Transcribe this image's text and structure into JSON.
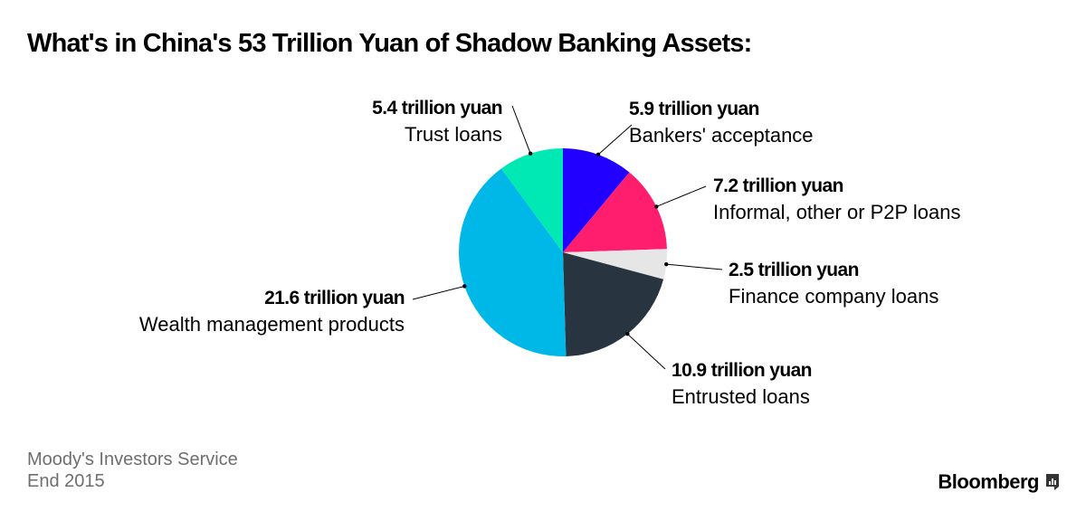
{
  "title": "What's in China's 53 Trillion Yuan of Shadow Banking Assets:",
  "chart_data": {
    "type": "pie",
    "title": "What's in China's 53 Trillion Yuan of Shadow Banking Assets:",
    "unit": "trillion yuan",
    "slices": [
      {
        "label": "Bankers' acceptance",
        "value": 5.9,
        "value_label": "5.9 trillion yuan",
        "color": "#2200ff"
      },
      {
        "label": "Informal, other or P2P loans",
        "value": 7.2,
        "value_label": "7.2 trillion yuan",
        "color": "#ff1e6e"
      },
      {
        "label": "Finance company loans",
        "value": 2.5,
        "value_label": "2.5 trillion yuan",
        "color": "#e6e6e6"
      },
      {
        "label": "Entrusted loans",
        "value": 10.9,
        "value_label": "10.9 trillion yuan",
        "color": "#283540"
      },
      {
        "label": "Wealth management products",
        "value": 21.6,
        "value_label": "21.6 trillion yuan",
        "color": "#00b8e8"
      },
      {
        "label": "Trust loans",
        "value": 5.4,
        "value_label": "5.4 trillion yuan",
        "color": "#00e8b4"
      }
    ]
  },
  "source": {
    "line1": "Moody's Investors Service",
    "line2": "End 2015"
  },
  "brand": {
    "name": "Bloomberg",
    "icon": "bloomberg-chart-icon"
  }
}
